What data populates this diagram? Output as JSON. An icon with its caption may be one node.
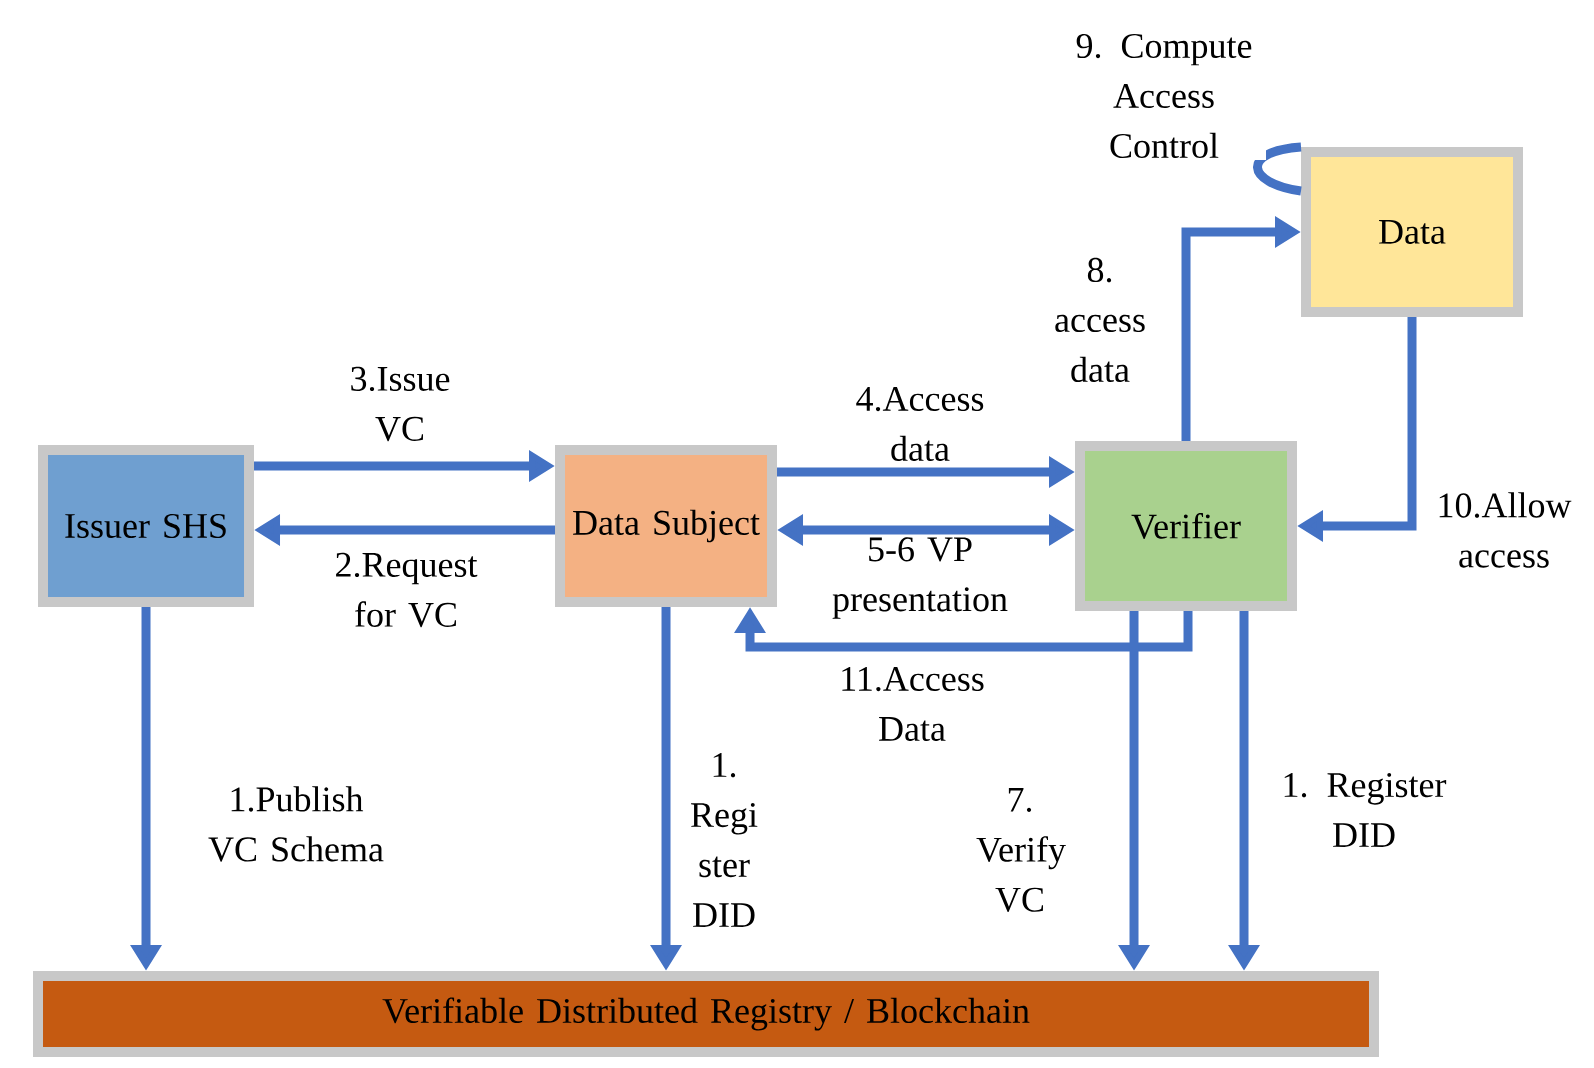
{
  "diagram": {
    "nodes": [
      {
        "text": [
          "Issuer SHS"
        ]
      },
      {
        "text": [
          "Data Subject"
        ]
      },
      {
        "text": [
          "Verifier"
        ]
      },
      {
        "text": [
          "Data"
        ]
      },
      {
        "text": [
          "Verifiable Distributed Registry / Blockchain"
        ]
      }
    ],
    "edges": [
      {
        "from": 0,
        "to": 1,
        "arrow": "to",
        "label": "3.Issue VC"
      },
      {
        "from": 1,
        "to": 0,
        "arrow": "to",
        "label": "2.Request for VC"
      },
      {
        "from": 1,
        "to": 2,
        "arrow": "to",
        "label": "4.Access data"
      },
      {
        "from": 1,
        "to": 2,
        "arrow": "both",
        "label": "5-6 VP presentation"
      },
      {
        "from": 2,
        "to": 1,
        "arrow": "to",
        "label": "11.Access Data"
      },
      {
        "from": 2,
        "to": 3,
        "arrow": "to",
        "label": "8. access data"
      },
      {
        "from": 3,
        "to": 2,
        "arrow": "to",
        "label": "10.Allow access"
      },
      {
        "from": 3,
        "to": 3,
        "arrow": "none",
        "label": "9. Compute Access Control"
      },
      {
        "from": 0,
        "to": 4,
        "arrow": "to",
        "label": "1.Publish VC Schema"
      },
      {
        "from": 1,
        "to": 4,
        "arrow": "to",
        "label": "1. Regi ster DID"
      },
      {
        "from": 2,
        "to": 4,
        "arrow": "to",
        "label": "7. Verify VC"
      },
      {
        "from": 2,
        "to": 4,
        "arrow": "to",
        "label": "1. Register DID"
      }
    ]
  }
}
